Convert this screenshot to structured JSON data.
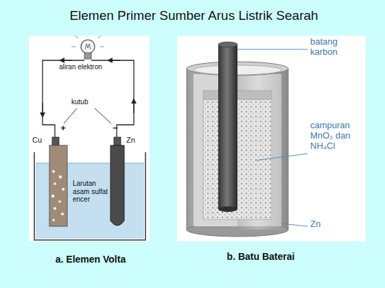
{
  "diagram": {
    "title": "Elemen Primer Sumber Arus Listrik Searah",
    "labels": [
      "aliran elektron",
      "kutub",
      "+",
      "−",
      "Cu",
      "Zn",
      "Larutan asam sulfat encer",
      "a. Elemen Volta",
      "batang karbon",
      "campuran MnO₂ dan NH₄Cl",
      "Zn",
      "b. Batu Baterai"
    ]
  }
}
